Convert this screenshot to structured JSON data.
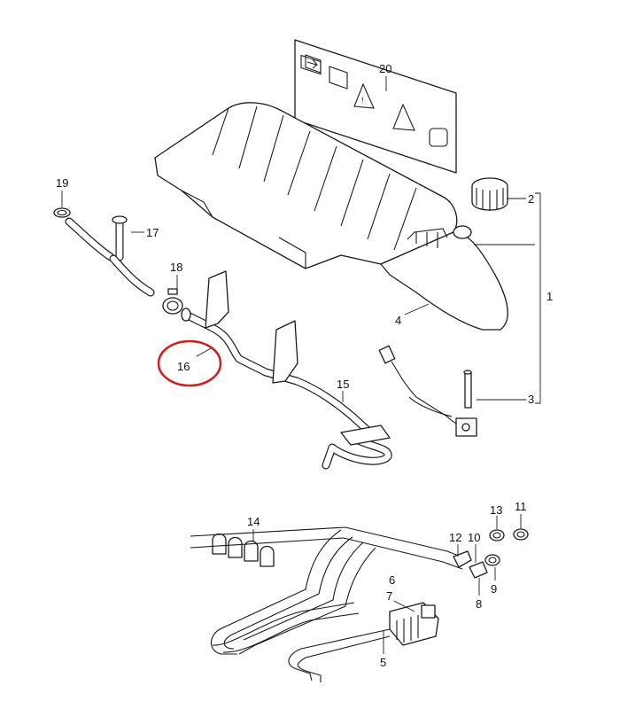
{
  "callouts": {
    "c1": "1",
    "c2": "2",
    "c3": "3",
    "c4": "4",
    "c5": "5",
    "c6": "6",
    "c7": "7",
    "c8": "8",
    "c9": "9",
    "c10": "10",
    "c11": "11",
    "c12": "12",
    "c13": "13",
    "c14": "14",
    "c15": "15",
    "c16": "16",
    "c17": "17",
    "c18": "18",
    "c19": "19",
    "c20": "20"
  },
  "highlight": {
    "part": "16",
    "color": "#cc1f1f"
  },
  "colors": {
    "line": "#1a1a1a",
    "background": "#ffffff"
  }
}
